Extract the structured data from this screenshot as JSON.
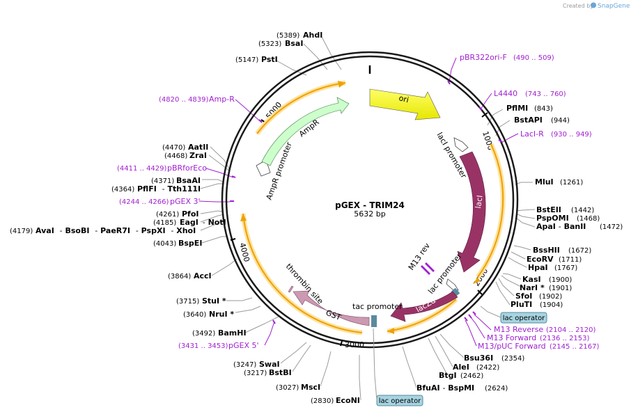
{
  "map": {
    "name": "pGEX - TRIM24",
    "size": "5632 bp"
  },
  "credit": {
    "prefix": "Created by",
    "brand": "SnapGene"
  },
  "ticks": [
    "1000",
    "2000",
    "3000",
    "4000",
    "5000"
  ],
  "features": {
    "ori": "ori",
    "laci_promoter": "lacI promoter",
    "laci": "lacI",
    "m13_rev": "M13 rev",
    "lac_promoter": "lac promoter",
    "lacza": "lacZα",
    "tac_promoter": "tac promoter",
    "gst": "GST",
    "thrombin_site": "thrombin site",
    "ampr_promoter": "AmpR promoter",
    "ampr": "AmpR"
  },
  "lac_operators": [
    "lac operator",
    "lac operator"
  ],
  "enzymes": [
    {
      "id": "ahdi",
      "name": "AhdI",
      "pos": "(5389)"
    },
    {
      "id": "bsai",
      "name": "BsaI",
      "pos": "(5323)"
    },
    {
      "id": "psti",
      "name": "PstI",
      "pos": "(5147)"
    },
    {
      "id": "pflmi",
      "name": "PflMI",
      "pos": "(843)"
    },
    {
      "id": "bstapi",
      "name": "BstAPI",
      "pos": "(944)"
    },
    {
      "id": "mlui",
      "name": "MluI",
      "pos": "(1261)"
    },
    {
      "id": "bsteii",
      "name": "BstEII",
      "pos": "(1442)"
    },
    {
      "id": "pspomi",
      "name": "PspOMI",
      "pos": "(1468)"
    },
    {
      "id": "apai",
      "name": "ApaI",
      "sep": "-",
      "name2": "BanII",
      "pos": "(1472)"
    },
    {
      "id": "bsshii",
      "name": "BssHII",
      "pos": "(1672)"
    },
    {
      "id": "ecorv",
      "name": "EcoRV",
      "pos": "(1711)"
    },
    {
      "id": "hpai",
      "name": "HpaI",
      "pos": "(1767)"
    },
    {
      "id": "kasi",
      "name": "KasI",
      "pos": "(1900)"
    },
    {
      "id": "nari",
      "name": "NarI *",
      "pos": "(1901)"
    },
    {
      "id": "sfoi",
      "name": "SfoI",
      "pos": "(1902)"
    },
    {
      "id": "pluti",
      "name": "PluTI",
      "pos": "(1904)"
    },
    {
      "id": "bsu36i",
      "name": "Bsu36I",
      "pos": "(2354)"
    },
    {
      "id": "alei",
      "name": "AleI",
      "pos": "(2422)"
    },
    {
      "id": "btgi",
      "name": "BtgI",
      "pos": "(2462)"
    },
    {
      "id": "bfuai",
      "name": "BfuAI",
      "sep": "-",
      "name2": "BspMI",
      "pos": "(2624)"
    },
    {
      "id": "econi",
      "name": "EcoNI",
      "pos": "(2830)"
    },
    {
      "id": "msci",
      "name": "MscI",
      "pos": "(3027)"
    },
    {
      "id": "bstbi",
      "name": "BstBI",
      "pos": "(3217)"
    },
    {
      "id": "swai",
      "name": "SwaI",
      "pos": "(3247)"
    },
    {
      "id": "bamhi",
      "name": "BamHI",
      "pos": "(3492)"
    },
    {
      "id": "nrui",
      "name": "NruI *",
      "pos": "(3640)"
    },
    {
      "id": "stui",
      "name": "StuI *",
      "pos": "(3715)"
    },
    {
      "id": "acci",
      "name": "AccI",
      "pos": "(3864)"
    },
    {
      "id": "bspei",
      "name": "BspEI",
      "pos": "(4043)"
    },
    {
      "id": "avai",
      "name": "AvaI",
      "sep": "-",
      "name2": "BsoBI",
      "sep2": "-",
      "name3": "PaeR7I",
      "sep3": "-",
      "name4": "PspXI",
      "sep4": "-",
      "name5": "XhoI",
      "pos": "(4179)"
    },
    {
      "id": "eagi",
      "name": "EagI",
      "sep": "-",
      "name2": "NotI",
      "pos": "(4185)"
    },
    {
      "id": "pfoi",
      "name": "PfoI",
      "pos": "(4261)"
    },
    {
      "id": "pflfi",
      "name": "PflFI",
      "sep": "-",
      "name2": "Tth111I",
      "pos": "(4364)"
    },
    {
      "id": "bsaai",
      "name": "BsaAI",
      "pos": "(4371)"
    },
    {
      "id": "zrai",
      "name": "ZraI",
      "pos": "(4468)"
    },
    {
      "id": "aatii",
      "name": "AatII",
      "pos": "(4470)"
    }
  ],
  "primers": [
    {
      "id": "pbr322ori",
      "name": "pBR322ori-F",
      "range": "(490 .. 509)"
    },
    {
      "id": "l4440",
      "name": "L4440",
      "range": "(743 .. 760)"
    },
    {
      "id": "laci_r",
      "name": "LacI-R",
      "range": "(930 .. 949)"
    },
    {
      "id": "m13_reverse",
      "name": "M13 Reverse",
      "range": "(2104 .. 2120)"
    },
    {
      "id": "m13_forward",
      "name": "M13 Forward",
      "range": "(2136 .. 2153)"
    },
    {
      "id": "m13_puc_forward",
      "name": "M13/pUC Forward",
      "range": "(2145 .. 2167)"
    },
    {
      "id": "pgex5",
      "name": "pGEX 5'",
      "range": "(3431 .. 3453)"
    },
    {
      "id": "pgex3",
      "name": "pGEX 3'",
      "range": "(4244 .. 4266)"
    },
    {
      "id": "pbrforeco",
      "name": "pBRforEco",
      "range": "(4411 .. 4429)"
    },
    {
      "id": "amp_r",
      "name": "Amp-R",
      "range": "(4820 .. 4839)"
    }
  ],
  "colors": {
    "backbone": "#1a1a1a",
    "ori": "#ffff00",
    "laci": "#993366",
    "lacza": "#993366",
    "gst": "#cc99b2",
    "ampr": "#ccffcc",
    "orf_orange": "#f0a000",
    "orf_halo": "#fde3a0",
    "primer": "#a020d0",
    "lac_operator_fill": "#a6d4e0",
    "lac_operator_stroke": "#5a8aa0",
    "promoter_fill": "#ffffff"
  }
}
